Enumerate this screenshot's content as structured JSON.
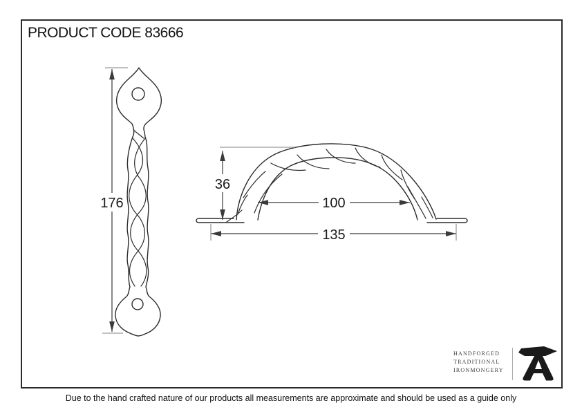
{
  "title": {
    "product_code": "PRODUCT CODE 83666"
  },
  "front_view": {
    "overall_height_mm": "176"
  },
  "side_view": {
    "projection_mm": "36",
    "inner_span_mm": "100",
    "overall_length_mm": "135"
  },
  "branding": {
    "line1": "HANDFORGED",
    "line2": "TRADITIONAL",
    "line3": "IRONMONGERY"
  },
  "footer": {
    "disclaimer": "Due to the hand crafted nature of our products all measurements are approximate and should be used as a guide only"
  },
  "colors": {
    "drawing_line": "#2b2b2b",
    "dimension_line": "#3a3a3a",
    "extension_line": "#9a9a9a",
    "logo": "#1a1a1a",
    "background": "#ffffff"
  }
}
